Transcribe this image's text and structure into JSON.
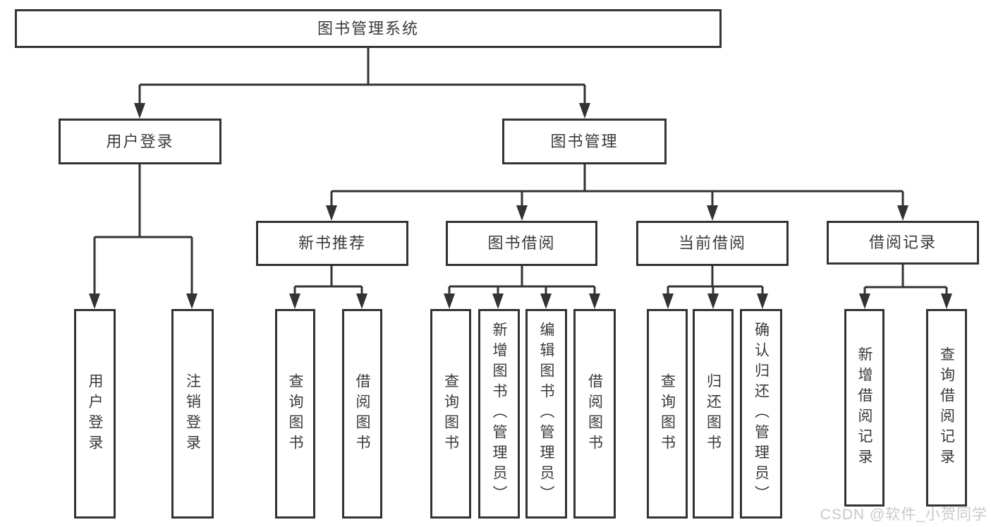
{
  "diagram_title": "图书管理系统",
  "colors": {
    "background": "#ffffff",
    "line": "#333333",
    "border": "#333333",
    "text": "#3a3a3a",
    "watermark": "#c9c9c9"
  },
  "nodes": {
    "root": {
      "label": "图书管理系统"
    },
    "user_login": {
      "label": "用户登录"
    },
    "book_mgmt": {
      "label": "图书管理"
    },
    "new_book_rec": {
      "label": "新书推荐"
    },
    "book_borrow": {
      "label": "图书借阅"
    },
    "current_borrow": {
      "label": "当前借阅"
    },
    "borrow_records": {
      "label": "借阅记录"
    },
    "leaf_user_login": {
      "label": "用户登录"
    },
    "leaf_logout": {
      "label": "注销登录"
    },
    "leaf_newrec_query_book": {
      "label": "查询图书"
    },
    "leaf_newrec_borrow_book": {
      "label": "借阅图书"
    },
    "leaf_borrow_query_book": {
      "label": "查询图书"
    },
    "leaf_borrow_add_book": {
      "label": "新增图书（管理员）"
    },
    "leaf_borrow_edit_book": {
      "label": "编辑图书（管理员）"
    },
    "leaf_borrow_borrow_book": {
      "label": "借阅图书"
    },
    "leaf_current_query_book": {
      "label": "查询图书"
    },
    "leaf_current_return_book": {
      "label": "归还图书"
    },
    "leaf_current_confirm_return": {
      "label": "确认归还（管理员）"
    },
    "leaf_records_add": {
      "label": "新增借阅记录"
    },
    "leaf_records_query": {
      "label": "查询借阅记录"
    }
  },
  "structure": {
    "root": [
      "user_login",
      "book_mgmt"
    ],
    "user_login": [
      "leaf_user_login",
      "leaf_logout"
    ],
    "book_mgmt": [
      "new_book_rec",
      "book_borrow",
      "current_borrow",
      "borrow_records"
    ],
    "new_book_rec": [
      "leaf_newrec_query_book",
      "leaf_newrec_borrow_book"
    ],
    "book_borrow": [
      "leaf_borrow_query_book",
      "leaf_borrow_add_book",
      "leaf_borrow_edit_book",
      "leaf_borrow_borrow_book"
    ],
    "current_borrow": [
      "leaf_current_query_book",
      "leaf_current_return_book",
      "leaf_current_confirm_return"
    ],
    "borrow_records": [
      "leaf_records_add",
      "leaf_records_query"
    ]
  },
  "watermark": {
    "text": "CSDN @软件_小贺同学"
  }
}
